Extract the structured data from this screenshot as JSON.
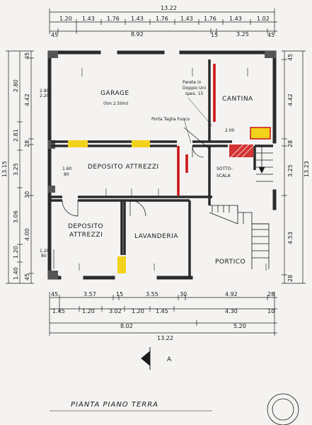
{
  "title": "PIANTA PIANO TERRA",
  "orientation": {
    "letter": "A"
  },
  "colors": {
    "ink": "#1a1a1a",
    "red": "#cc1111",
    "yellow": "#f2d21b",
    "wall": "#2a2a2a",
    "paper": "#f4f3f1"
  },
  "rooms": {
    "garage": "GARAGE",
    "garage_height": "(hm 2.50m)",
    "cantina": "CANTINA",
    "deposito_attrezzi_1": "DEPOSITO ATTREZZI",
    "deposito_attrezzi_2a": "DEPOSITO",
    "deposito_attrezzi_2b": "ATTREZZI",
    "lavanderia": "LAVANDERIA",
    "sottoscala_a": "SOTTO-",
    "sottoscala_b": "SCALA",
    "portico": "PORTICO"
  },
  "notes": {
    "parete_a": "Parete in",
    "parete_b": "Doppio Uni",
    "parete_c": "spes. 15",
    "porta": "Porta Taglia Fuoco"
  },
  "top_dims": {
    "total": "13.22",
    "row1": [
      "1.20",
      "1.43",
      "1.76",
      "1.43",
      "1.76",
      "1.43",
      "1.76",
      "1.43",
      "1.02"
    ],
    "row2": [
      "45",
      "8.92",
      "15",
      "3.25",
      "45"
    ]
  },
  "bottom_dims": {
    "row1": [
      "45",
      "3.57",
      "15",
      "3.55",
      "30",
      "4.92",
      "28"
    ],
    "row2": [
      "1.45",
      "1.20",
      "3.02",
      "1.20",
      "1.45",
      "4.30",
      "10"
    ],
    "row3": [
      "8.02",
      "5.20"
    ],
    "total": "13.22"
  },
  "left_dims": {
    "total": "13.15",
    "row1": [
      "2.80",
      "2.81",
      "3.25",
      "3.06",
      "1.20",
      "1.40"
    ],
    "row2": [
      "45",
      "4.42",
      "28",
      "30",
      "4.00",
      "45"
    ]
  },
  "right_dims": {
    "total": "13.23",
    "row1": [
      "45",
      "4.42",
      "28",
      "3.25",
      "4.53",
      "28"
    ]
  },
  "interior_dims": {
    "garage_side": "2.80",
    "garage_side2": "2.20",
    "dep_side": "1.60",
    "dep_side2": "80",
    "dep2_side": "1.20",
    "dep2_side2": "80",
    "cantina_side": "2.00"
  }
}
